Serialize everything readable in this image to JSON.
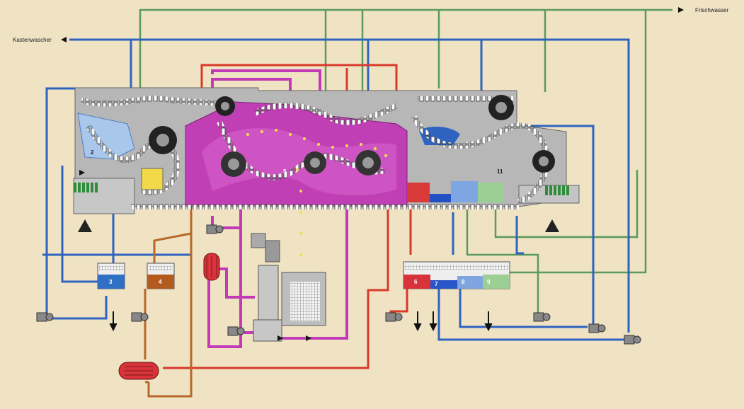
{
  "labels": {
    "fresh_water": "Frischwasser",
    "crate_washer": "Kastenwascher"
  },
  "tanks": [
    {
      "id": "2",
      "color": "#7fb0dc"
    },
    {
      "id": "3",
      "color": "#2f6fc4"
    },
    {
      "id": "4",
      "color": "#b35a1e"
    },
    {
      "id": "5",
      "color": "#b13bb0"
    },
    {
      "id": "6",
      "color": "#d8323a"
    },
    {
      "id": "7",
      "color": "#2a55c8"
    },
    {
      "id": "8",
      "color": "#7fa5e0"
    },
    {
      "id": "9",
      "color": "#9ccf93"
    },
    {
      "id": "11",
      "color": "#9ccf93"
    }
  ],
  "line_colors": {
    "fresh_water": "#5a9a5a",
    "blue_water": "#2f63c0",
    "caustic_magenta": "#c23ab8",
    "hot_red": "#d83a2a",
    "brown": "#b9672a",
    "machine_body": "#b9b9b9"
  },
  "icons": [
    "pump-icon",
    "heat-exchanger-icon",
    "filter-icon",
    "nozzle-icon",
    "arrow-icon"
  ]
}
